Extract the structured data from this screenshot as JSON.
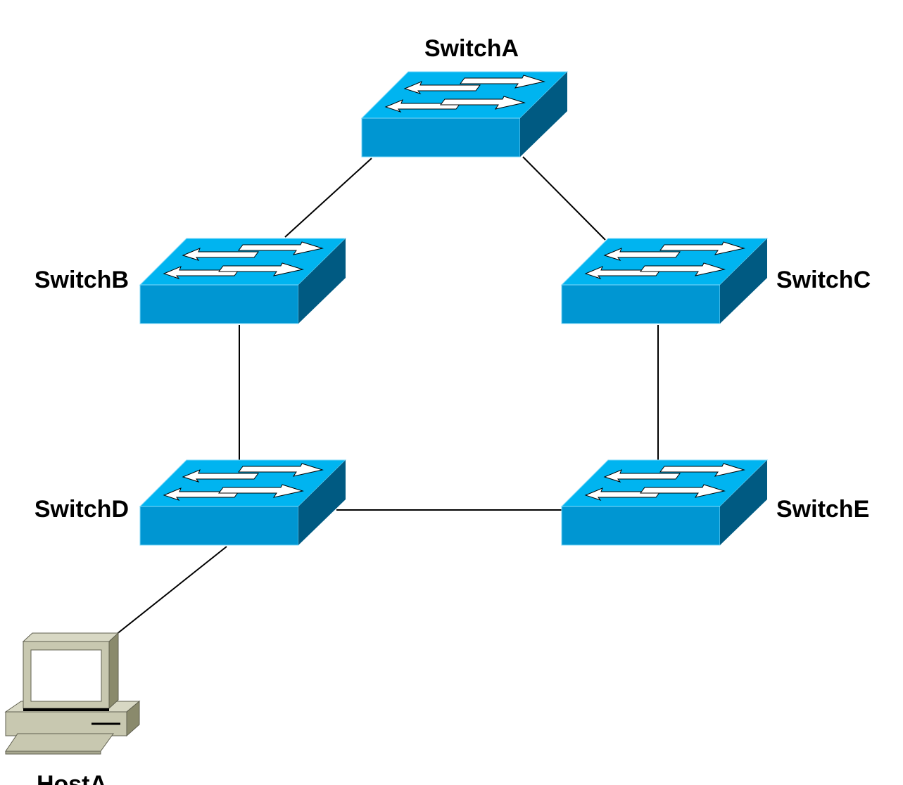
{
  "diagram": {
    "colors": {
      "switch_top": "#00b4f0",
      "switch_front": "#0096d2",
      "switch_side": "#005a82",
      "host_body": "#c8c8b0"
    },
    "nodes": [
      {
        "id": "SwitchA",
        "type": "switch",
        "label": "SwitchA"
      },
      {
        "id": "SwitchB",
        "type": "switch",
        "label": "SwitchB"
      },
      {
        "id": "SwitchC",
        "type": "switch",
        "label": "SwitchC"
      },
      {
        "id": "SwitchD",
        "type": "switch",
        "label": "SwitchD"
      },
      {
        "id": "SwitchE",
        "type": "switch",
        "label": "SwitchE"
      },
      {
        "id": "HostA",
        "type": "pc",
        "label": "HostA"
      }
    ],
    "links": [
      {
        "from": "SwitchA",
        "to": "SwitchB"
      },
      {
        "from": "SwitchA",
        "to": "SwitchC"
      },
      {
        "from": "SwitchB",
        "to": "SwitchD"
      },
      {
        "from": "SwitchC",
        "to": "SwitchE"
      },
      {
        "from": "SwitchD",
        "to": "SwitchE"
      },
      {
        "from": "SwitchD",
        "to": "HostA"
      }
    ]
  }
}
